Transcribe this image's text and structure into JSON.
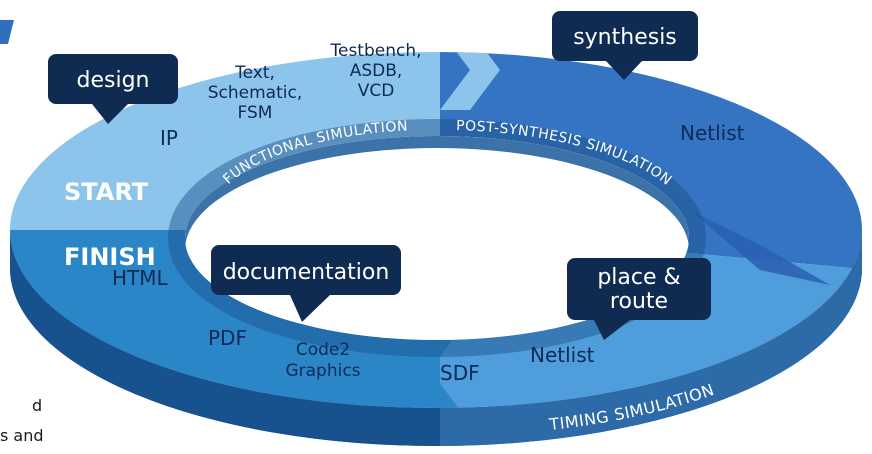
{
  "callouts": {
    "design": "design",
    "synthesis": "synthesis",
    "documentation": "documentation",
    "place_route_line1": "place &",
    "place_route_line2": "route"
  },
  "ring_labels": {
    "functional_simulation": "FUNCTIONAL SIMULATION",
    "post_synthesis_simulation": "POST-SYNTHESIS SIMULATION",
    "timing_simulation": "TIMING SIMULATION"
  },
  "markers": {
    "start": "START",
    "finish": "FINISH"
  },
  "design_items": {
    "ip": "IP",
    "text_line1": "Text,",
    "text_line2": "Schematic,",
    "text_line3": "FSM",
    "testbench_line1": "Testbench,",
    "testbench_line2": "ASDB,",
    "testbench_line3": "VCD"
  },
  "synthesis_items": {
    "netlist": "Netlist"
  },
  "route_items": {
    "netlist": "Netlist",
    "sdf": "SDF"
  },
  "documentation_items": {
    "html": "HTML",
    "pdf": "PDF",
    "code2_line1": "Code2",
    "code2_line2": "Graphics"
  },
  "partial_text": {
    "line1": "d",
    "line2": "s and"
  },
  "colors": {
    "light_blue": "#8cc4eb",
    "mid_blue": "#4e9bd8",
    "dark_blue": "#2f6fbd",
    "deep_blue": "#1d5a9e",
    "callout_navy": "#102b52",
    "inner_hole_edge": "#3b72a8"
  }
}
